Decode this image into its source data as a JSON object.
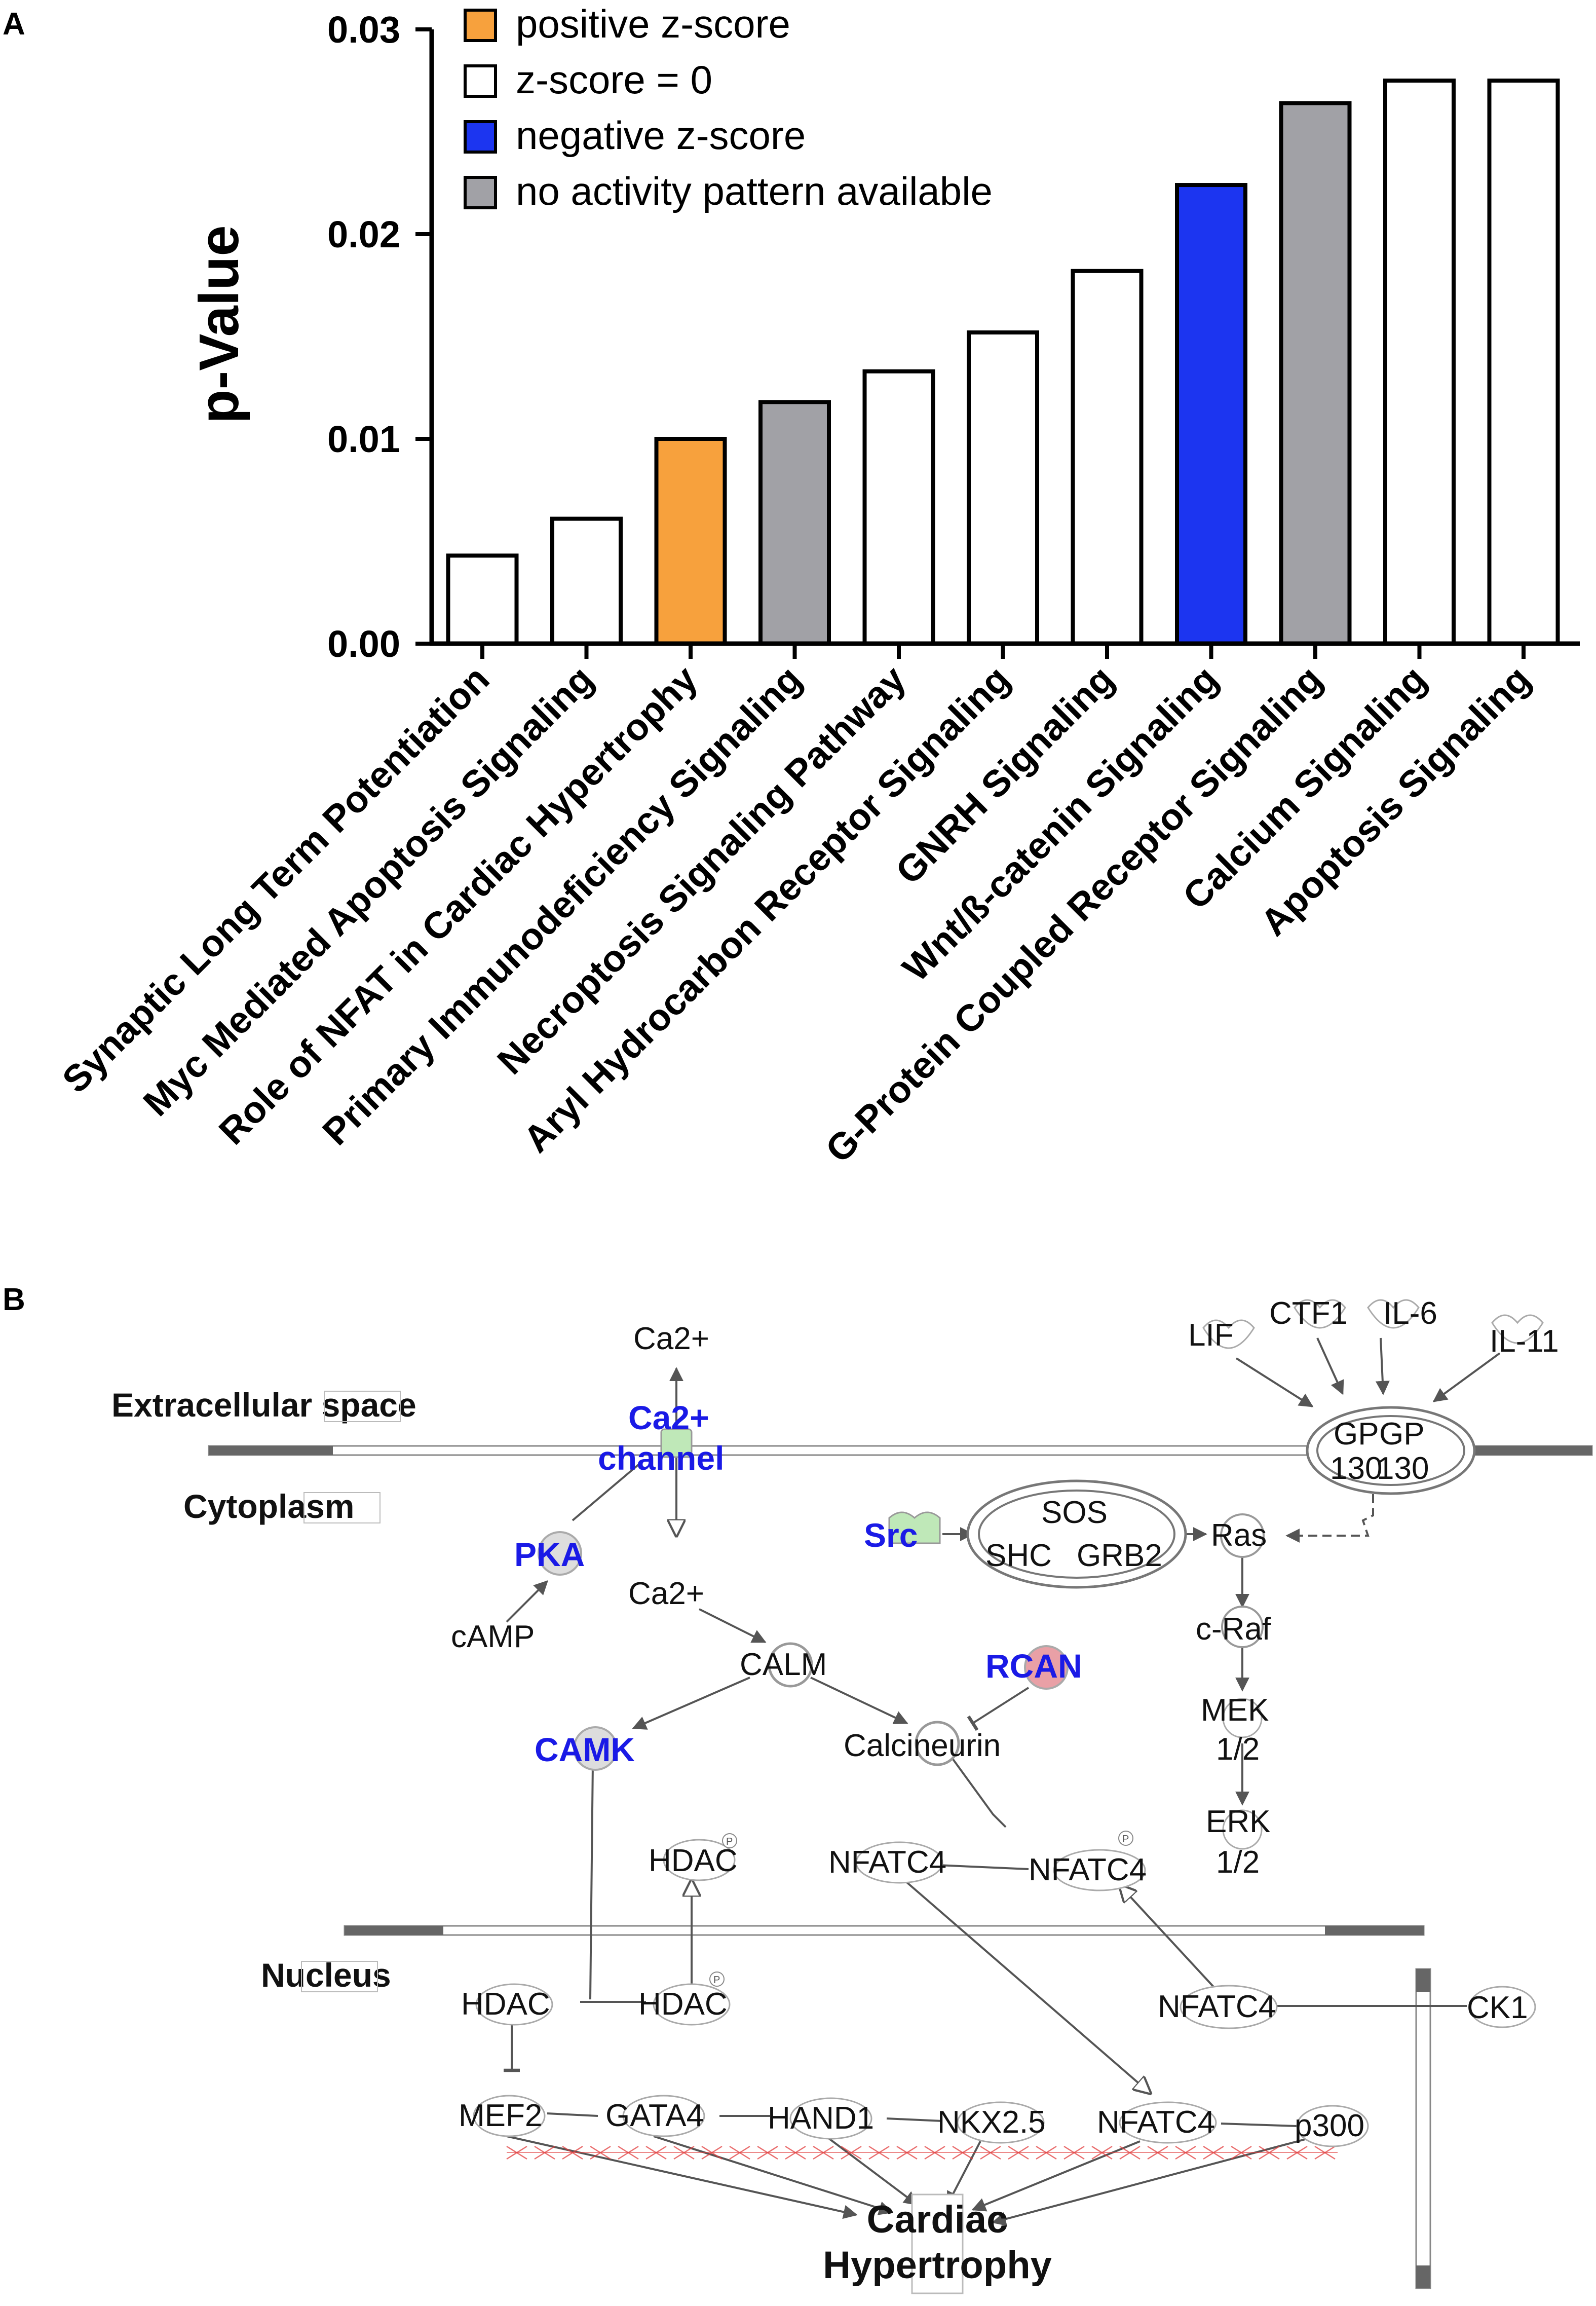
{
  "panel_a": {
    "letter": "A"
  },
  "panel_b": {
    "letter": "B"
  },
  "chart_data": {
    "type": "bar",
    "ylabel": "p-Value",
    "xlabel": "",
    "ylim": [
      0,
      0.03
    ],
    "yticks": [
      "0.00",
      "0.01",
      "0.02",
      "0.03"
    ],
    "grid": false,
    "legend_position": "top-left",
    "categories": [
      "Synaptic Long Term Potentiation",
      "Myc Mediated Apoptosis Signaling",
      "Role of NFAT in Cardiac Hypertrophy",
      "Primary Immunodeficiency Signaling",
      "Necroptosis Signaling Pathway",
      "Aryl Hydrocarbon Receptor Signaling",
      "GNRH Signaling",
      "Wnt/ß-catenin Signaling",
      "G-Protein Coupled Receptor Signaling",
      "Calcium Signaling",
      "Apoptosis Signaling"
    ],
    "values": [
      0.0043,
      0.0061,
      0.01,
      0.0118,
      0.0133,
      0.0152,
      0.0182,
      0.0224,
      0.0264,
      0.0275,
      0.0275
    ],
    "bar_groups": [
      "zero",
      "zero",
      "positive",
      "none",
      "zero",
      "zero",
      "zero",
      "negative",
      "none",
      "zero",
      "zero"
    ],
    "legend": [
      {
        "key": "positive",
        "label": "positive z-score",
        "color": "#f7a13d"
      },
      {
        "key": "zero",
        "label": "z-score = 0",
        "color": "#ffffff"
      },
      {
        "key": "negative",
        "label": "negative z-score",
        "color": "#1c35f0"
      },
      {
        "key": "none",
        "label": "no activity pattern available",
        "color": "#a1a1a6"
      }
    ]
  },
  "pathway": {
    "regions": {
      "extracellular": "Extracellular space",
      "cytoplasm": "Cytoplasm",
      "nucleus": "Nucleus"
    },
    "nodes": {
      "ca_out": "Ca2+",
      "ca_channel_line1": "Ca2+",
      "ca_channel_line2": "channel",
      "lif": "LIF",
      "ctf1": "CTF1",
      "il6": "IL-6",
      "il11": "IL-11",
      "gp130_a_line1": "GP",
      "gp130_a_line2": "130",
      "gp130_b_line1": "GP",
      "gp130_b_line2": "130",
      "pka": "PKA",
      "camp": "cAMP",
      "src": "Src",
      "sos": "SOS",
      "shc": "SHC",
      "grb2": "GRB2",
      "ras": "Ras",
      "craf": "c-Raf",
      "mek_line1": "MEK",
      "mek_line2": "1/2",
      "erk_line1": "ERK",
      "erk_line2": "1/2",
      "ca_in": "Ca2+",
      "calm": "CALM",
      "rcan": "RCAN",
      "camk": "CAMK",
      "calcineurin": "Calcineurin",
      "hdac_cyto": "HDAC",
      "nfatc4_cyto_a": "NFATC4",
      "nfatc4_cyto_b": "NFATC4",
      "hdac_nuc_a": "HDAC",
      "hdac_nuc_b": "HDAC",
      "nfatc4_nuc": "NFATC4",
      "ck1": "CK1",
      "mef2": "MEF2",
      "gata4": "GATA4",
      "hand1": "HAND1",
      "nkx25": "NKX2.5",
      "nfatc4_tf": "NFATC4",
      "p300": "p300",
      "phospho": "P"
    },
    "outcome_line1": "Cardiac",
    "outcome_line2": "Hypertrophy",
    "colors": {
      "highlight_blue": "#1a1ae6",
      "membrane_dark": "#666666",
      "inhibition_red": "#e23b3b",
      "node_pink": "#e9a0a6",
      "node_green": "#bfe8b8"
    }
  }
}
